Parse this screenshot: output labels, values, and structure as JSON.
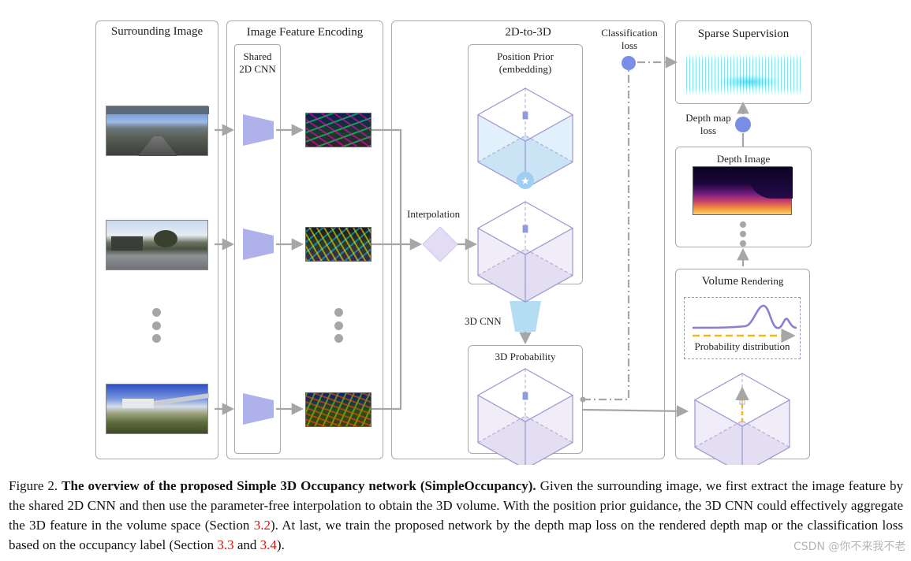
{
  "figure": {
    "panels": {
      "surrounding_image": "Surrounding Image",
      "feature_encoding": "Image Feature Encoding",
      "shared_cnn": "Shared\n2D CNN",
      "two_d_to_three_d": "2D-to-3D",
      "position_prior": "Position Prior\n(embedding)",
      "interpolation": "Interpolation",
      "cnn3d": "3D CNN",
      "probability": "3D Probability",
      "classification_loss": "Classification\nloss",
      "sparse_supervision": "Sparse Supervision",
      "depth_map_loss": "Depth map\nloss",
      "depth_image": "Depth Image",
      "volume_rendering_big": "Volume",
      "volume_rendering_small": "Rendering",
      "probability_distribution": "Probability distribution",
      "star_symbol": "★"
    },
    "colors": {
      "arrow": "#a6a6a6",
      "cnn_block": "#aeb1ea",
      "cnn3d_block": "#b4dcf3",
      "loss_node": "#7a8ee8",
      "cube_blue": "#c9e4f5",
      "cube_purple": "#e3ddf3",
      "cube_edge": "#9b95cf",
      "curve": "#8a80cf",
      "ray": "#f0b81e"
    }
  },
  "caption": {
    "label": "Figure 2.",
    "title": "The overview of the proposed Simple 3D Occupancy network (SimpleOccupancy).",
    "text_1": " Given the surrounding image, we first extract the image feature by the shared 2D CNN and then use the parameter-free interpolation to obtain the 3D volume. With the position prior guidance, the 3D CNN could effectively aggregate the 3D feature in the volume space (Section ",
    "ref_1": "3.2",
    "text_2": "). At last, we train the proposed network by the depth map loss on the rendered depth map or the classification loss based on the occupancy label (Section ",
    "ref_2": "3.3",
    "text_3": " and ",
    "ref_3": "3.4",
    "text_4": ")."
  },
  "watermark": "CSDN @你不来我不老"
}
